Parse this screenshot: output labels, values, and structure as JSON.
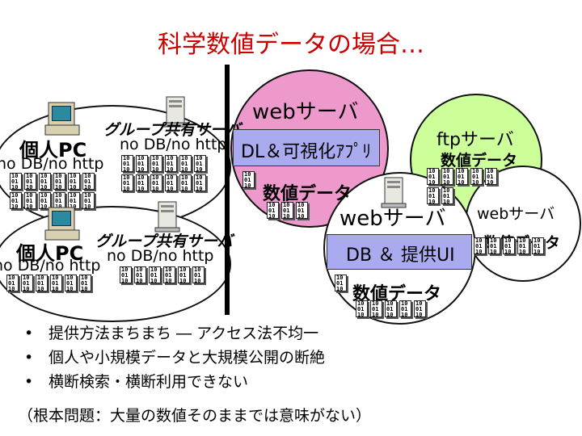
{
  "title": "科学数値データの場合…",
  "left": {
    "pc_label": "個人PC",
    "group_label": "グループ共有サーバ",
    "no_db_http": "no DB/no http"
  },
  "center": {
    "web_server": "webサーバ",
    "dl_box": "DL＆可視化ｱﾌﾟﾘ",
    "data_label": "数値データ"
  },
  "ftp": {
    "server": "ftpサーバ",
    "data_label": "数値データ"
  },
  "bottom_center": {
    "web_server": "webサーバ",
    "db_box": "DB ＆ 提供UI",
    "data_label": "数値データ"
  },
  "right": {
    "web_server": "webサーバ",
    "data_label": "数値データ"
  },
  "bullets": [
    "提供方法まちまち ― アクセス法不均一",
    "個人や小規模データと大規模公開の断絶",
    "横断検索・横断利用できない"
  ],
  "note": "（根本問題：大量の数値そのままでは意味がない）",
  "colors": {
    "title": "#cc0000",
    "web_circle": "#ee99cc",
    "ftp_circle": "#ccff99",
    "box": "#aaaaee"
  }
}
